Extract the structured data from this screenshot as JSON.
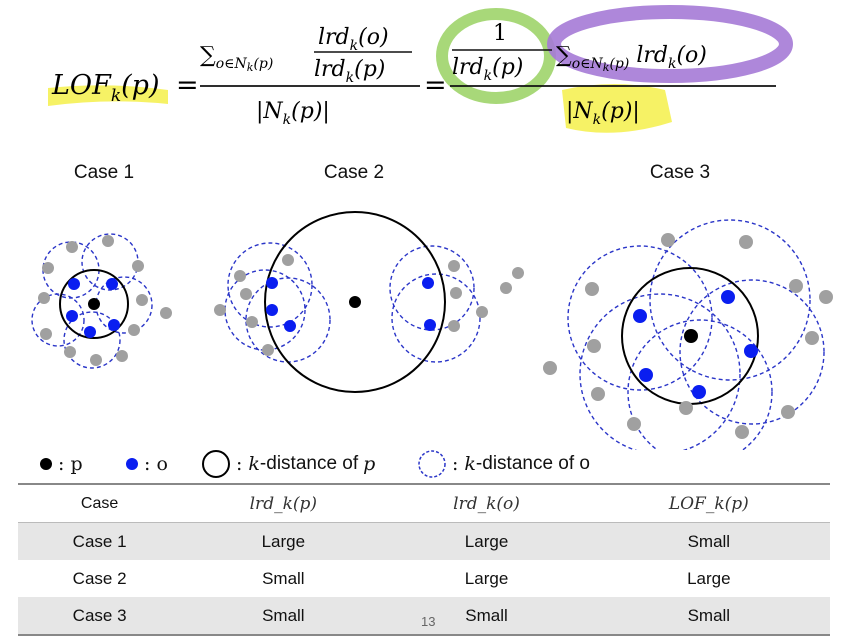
{
  "formula": {
    "lhs": "LOF_k(p)",
    "equals": "=",
    "frac1_num": "Σ_{o∈N_k(p)} lrd_k(o) / lrd_k(p)",
    "frac1_den": "|N_k(p)|",
    "frac2_coef_num": "1",
    "frac2_coef_den": "lrd_k(p)",
    "frac2_sum": "Σ_{o∈N_k(p)} lrd_k(o)",
    "frac2_den": "|N_k(p)|",
    "highlight_colors": {
      "yellow": "#f5f04a",
      "green": "#9ed46a",
      "purple": "#a57ad6"
    }
  },
  "cases": {
    "case1": "Case 1",
    "case2": "Case 2",
    "case3": "Case 3"
  },
  "legend": {
    "p_label": ": p",
    "o_label": ": o",
    "kdist_p_prefix": ":",
    "kdist_p_k": "k",
    "kdist_p_text": "-distance of",
    "kdist_p_var": "p",
    "kdist_o_prefix": ":",
    "kdist_o_k": "k",
    "kdist_o_text": "-distance of o"
  },
  "colors": {
    "p_point": "#000000",
    "o_point": "#0a1ef0",
    "gray_point": "#a0a0a0",
    "dashed_circle": "#2a35c8"
  },
  "table": {
    "headers": [
      "Case",
      "lrd_k(p)",
      "lrd_k(o)",
      "LOF_k(p)"
    ],
    "rows": [
      [
        "Case 1",
        "Large",
        "Large",
        "Small"
      ],
      [
        "Case 2",
        "Small",
        "Large",
        "Large"
      ],
      [
        "Case 3",
        "Small",
        "Small",
        "Small"
      ]
    ]
  },
  "page_number": "13"
}
